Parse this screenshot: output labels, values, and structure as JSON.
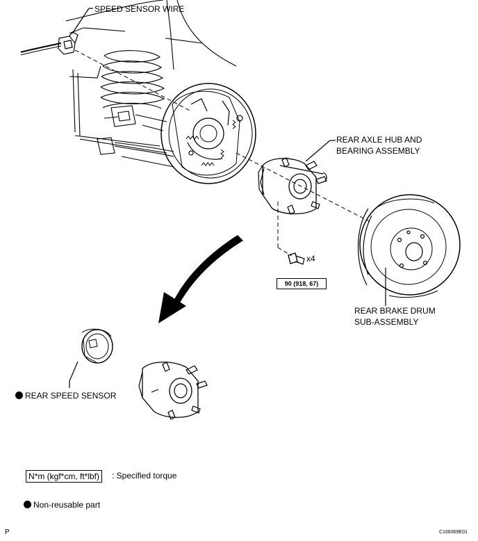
{
  "labels": {
    "speed_sensor_wire": "SPEED SENSOR WIRE",
    "hub_line1": "REAR AXLE HUB AND",
    "hub_line2": "BEARING ASSEMBLY",
    "drum_line1": "REAR BRAKE DRUM",
    "drum_line2": "SUB-ASSEMBLY",
    "rear_speed_sensor": "REAR SPEED SENSOR",
    "bolt_count": "x4"
  },
  "torque": {
    "value": "90 (918, 67)"
  },
  "legend": {
    "torque_unit": "N*m (kgf*cm, ft*lbf)",
    "torque_desc": ": Specified torque",
    "nonreusable_desc": "Non-reusable part"
  },
  "footer": {
    "left_code": "P",
    "figure_code": "C168369E01"
  }
}
